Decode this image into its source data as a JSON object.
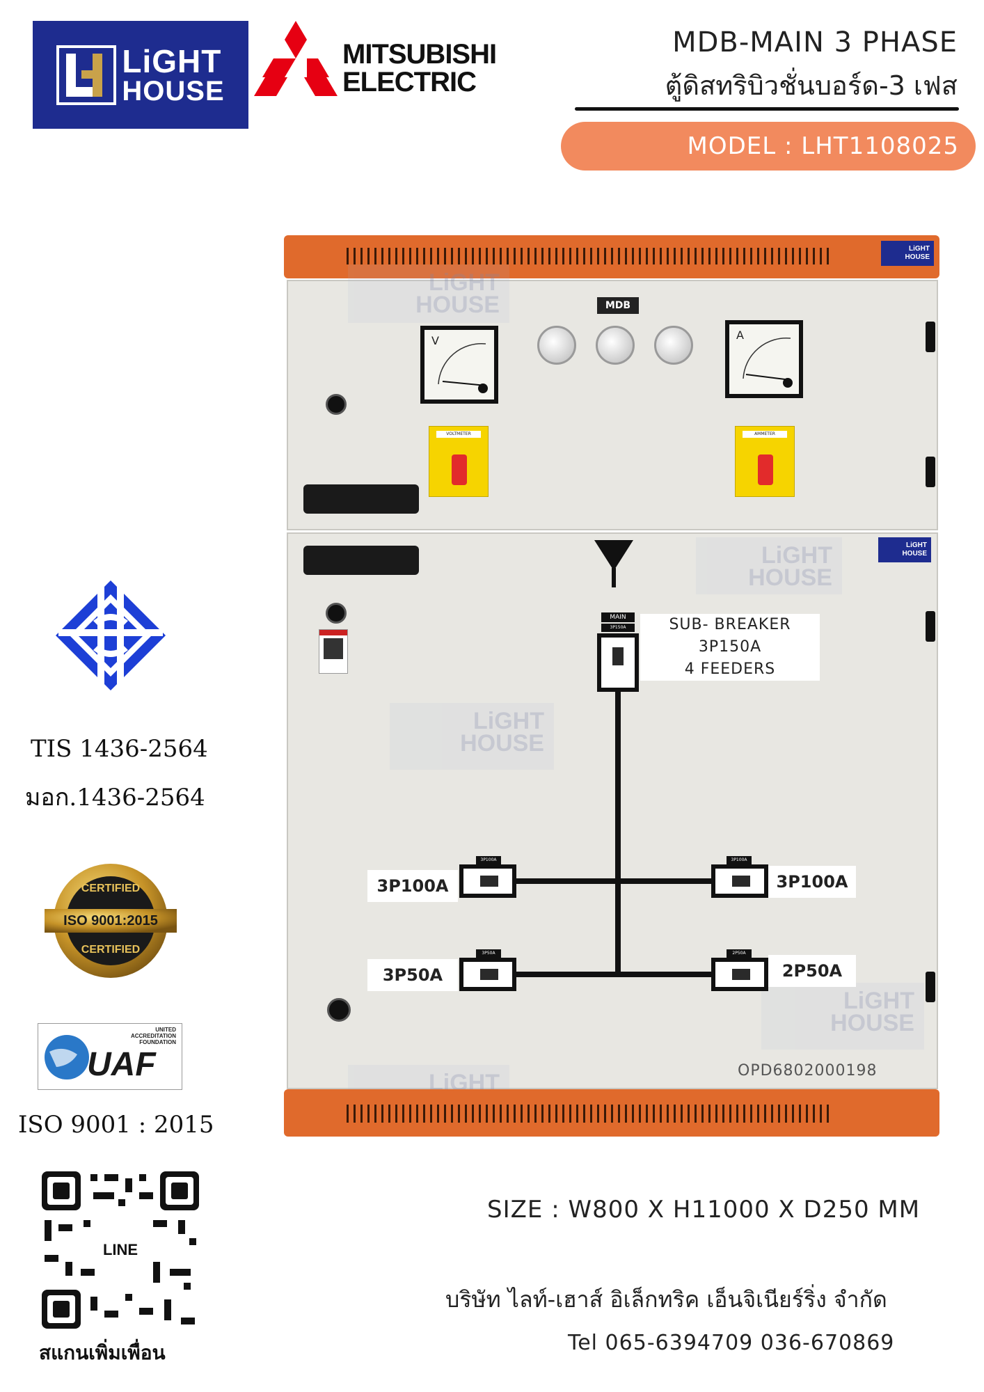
{
  "brand": {
    "lighthouse_line1": "LiGHT",
    "lighthouse_line2": "HOUSE",
    "mitsubishi_line1": "MITSUBISHI",
    "mitsubishi_line2": "ELECTRIC",
    "mitsubishi_color": "#e60012",
    "lighthouse_color": "#1e2c8f"
  },
  "header": {
    "title_en": "MDB-MAIN 3 PHASE",
    "title_th": "ตู้ดิสทริบิวชั่นบอร์ด-3 เฟส",
    "model": "MODEL : LHT1108025",
    "accent": "#f28a5e"
  },
  "cabinet": {
    "mdb_label": "MDB",
    "main_label": "MAIN",
    "main_rating_tag": "3P150A",
    "voltmeter_tag": "VOLTMETER",
    "ammeter_tag": "AMMETER",
    "voltmeter_letter": "V",
    "ammeter_letter": "A",
    "sub_breaker_line1": "SUB- BREAKER",
    "sub_breaker_line2": "3P150A",
    "sub_breaker_line3": "4 FEEDERS",
    "feeders": {
      "left_upper": "3P100A",
      "right_upper": "3P100A",
      "left_lower": "3P50A",
      "right_lower": "2P50A",
      "tag_left_upper": "3P100A",
      "tag_right_upper": "3P100A",
      "tag_left_lower": "3P50A",
      "tag_right_lower": "2P50A"
    },
    "serial": "OPD6802000198",
    "body_color": "#e8e7e2",
    "cap_color": "#e06a2c"
  },
  "certs": {
    "tis": "TIS  1436-2564",
    "mok": "มอก.1436-2564",
    "iso_seal_top": "CERTIFIED",
    "iso_seal_mid": "ISO 9001:2015",
    "iso_seal_bottom": "CERTIFIED",
    "uaf_small1": "UNITED",
    "uaf_small2": "ACCREDITATION",
    "uaf_small3": "FOUNDATION",
    "uaf_big": "UAF",
    "iso_text": "ISO  9001  :  2015"
  },
  "qr": {
    "center_label": "LINE",
    "caption": "สแกนเพิ่มเพื่อน"
  },
  "footer": {
    "size": "SIZE : W800 X H11000 X D250 MM",
    "company": "บริษัท ไลท์-เฮาส์ อิเล็กทริค เอ็นจิเนียร์ริ่ง จำกัด",
    "tel": "Tel 065-6394709  036-670869"
  }
}
